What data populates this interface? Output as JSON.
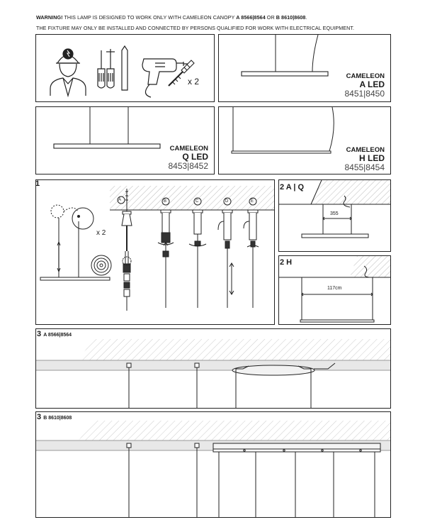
{
  "warning": {
    "line1_prefix": "WARNING!",
    "line1_text": " THIS LAMP IS DESIGNED TO WORK ONLY WITH CAMELEON CANOPY ",
    "line1_code_a": "A 8566|8564",
    "line1_or": " OR ",
    "line1_code_b": "B 8610|8608",
    "line1_end": ".",
    "line2": "THE FIXTURE MAY ONLY BE INSTALLED AND CONNECTED BY PERSONS QUALIFIED FOR WORK WITH ELECTRICAL EQUIPMENT."
  },
  "tools": {
    "multiplier": "x 2"
  },
  "products": [
    {
      "brand": "CAMELEON",
      "model": "A LED",
      "codes": "8451|8450"
    },
    {
      "brand": "CAMELEON",
      "model": "Q LED",
      "codes": "8453|8452"
    },
    {
      "brand": "CAMELEON",
      "model": "H LED",
      "codes": "8455|8454"
    }
  ],
  "step1": {
    "number": "1",
    "multiplier": "x 2",
    "sub_steps": [
      "A",
      "B",
      "C",
      "D",
      "E"
    ]
  },
  "step2aq": {
    "label": "2 A | Q",
    "dimension": "355"
  },
  "step2h": {
    "label": "2 H",
    "dimension": "117cm"
  },
  "step3a": {
    "number": "3",
    "code": "A 8566|8564"
  },
  "step3b": {
    "number": "3",
    "code": "B 8610|8608"
  }
}
